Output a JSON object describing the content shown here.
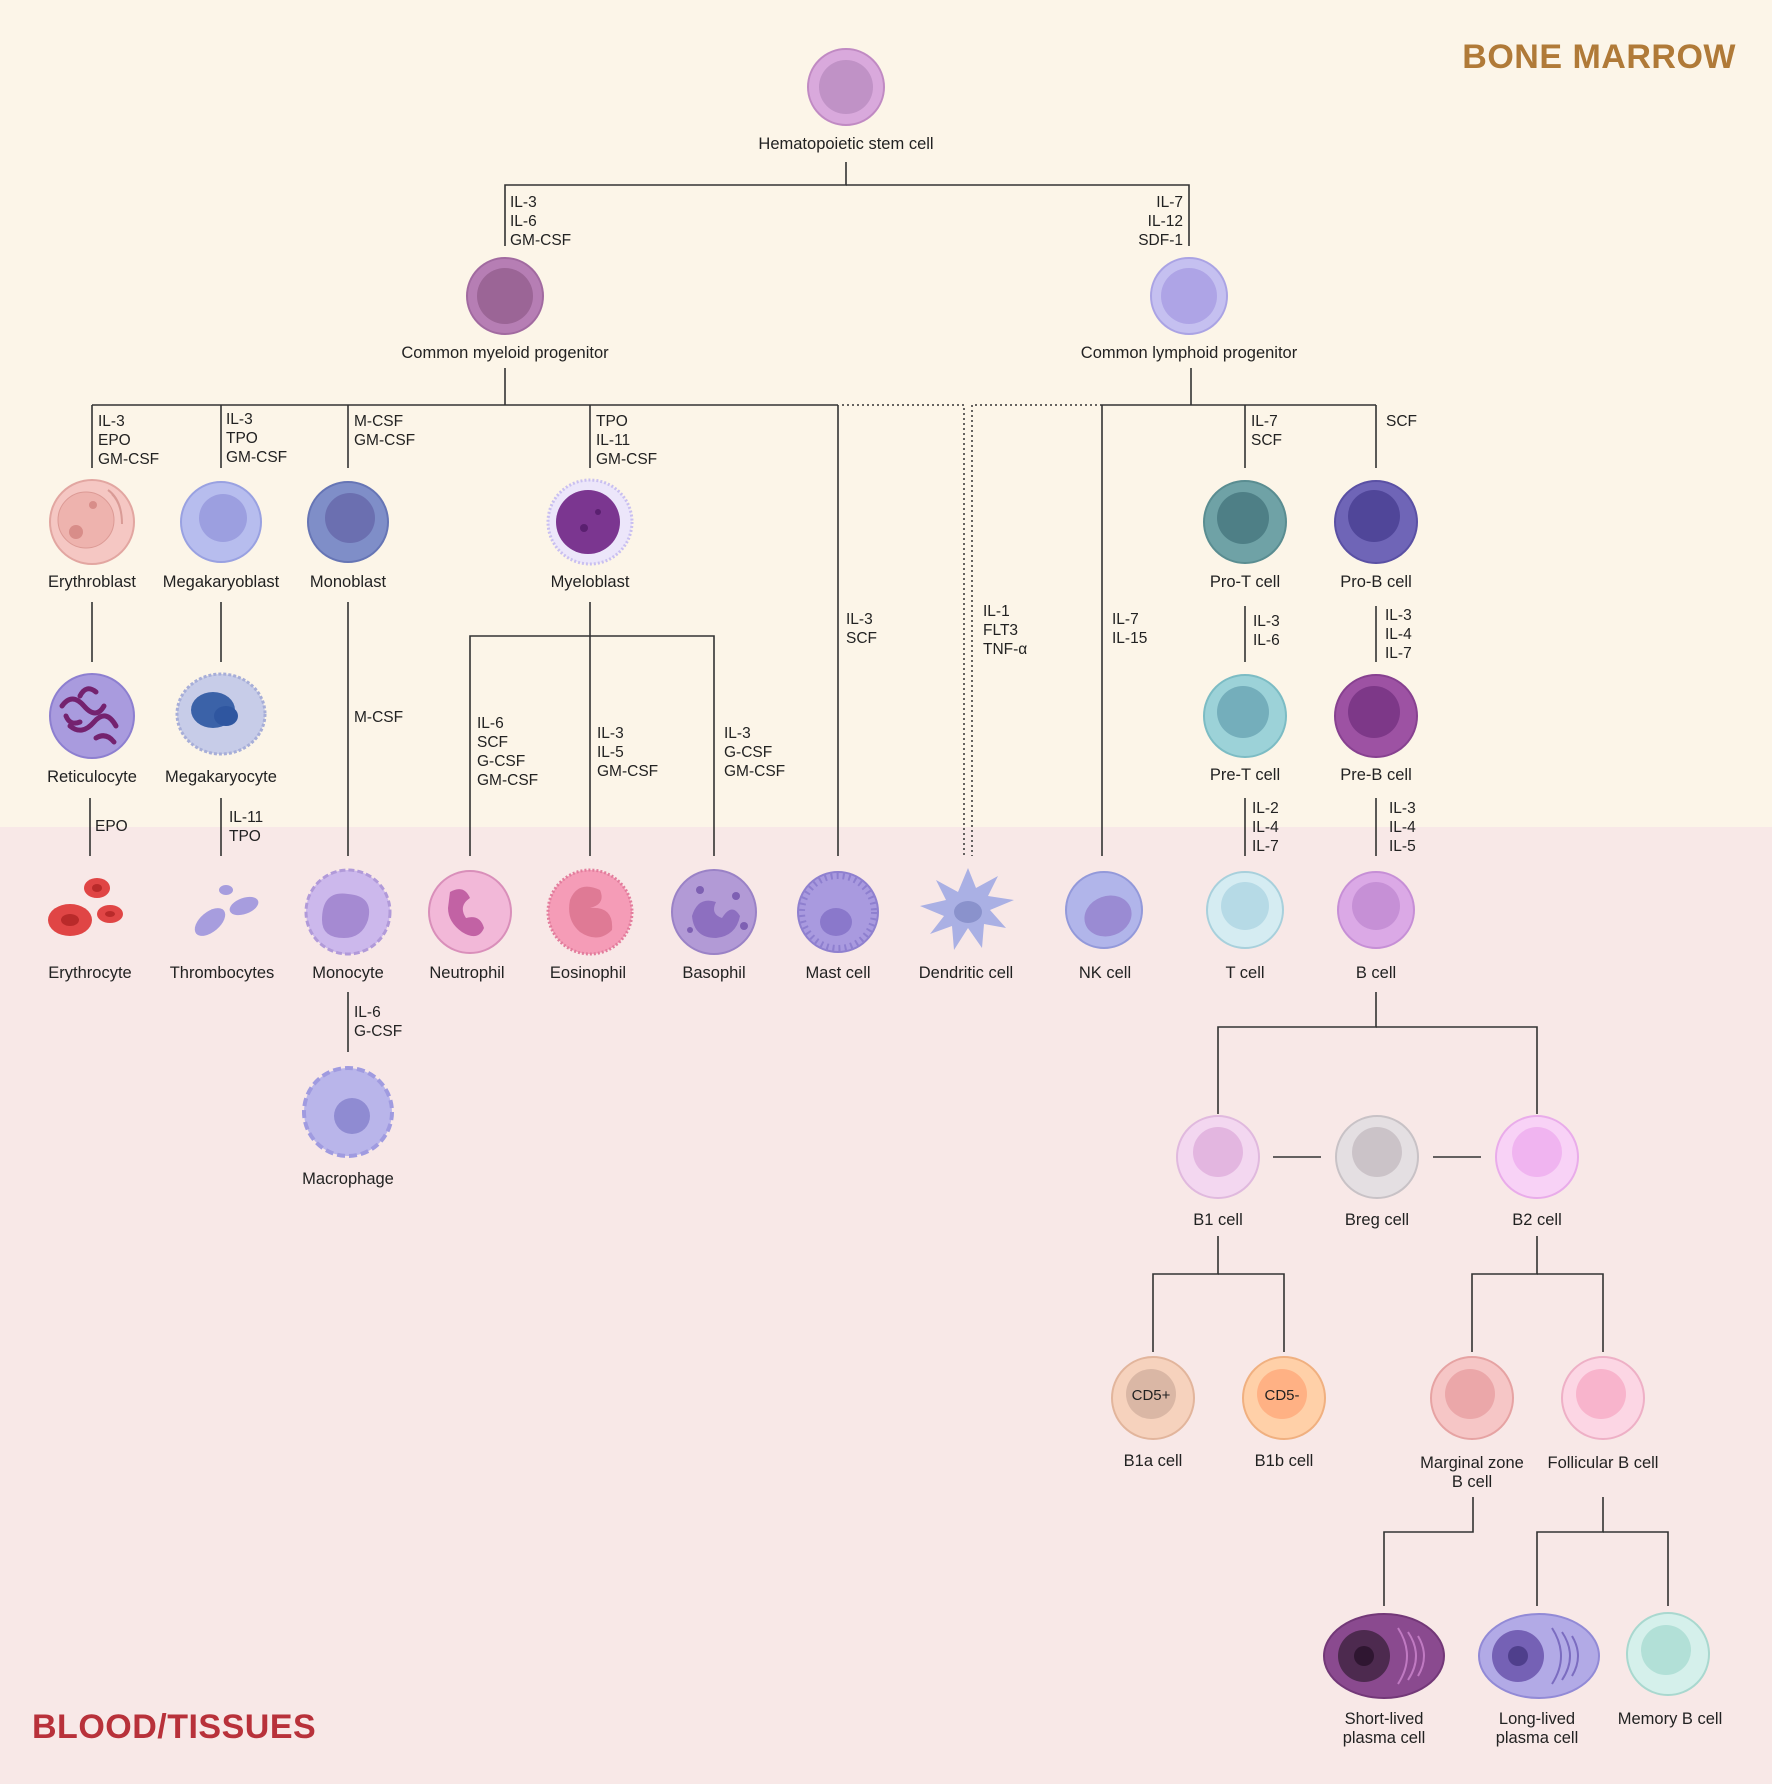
{
  "regions": {
    "bone_marrow": "BONE MARROW",
    "blood_tissues": "BLOOD/TISSUES"
  },
  "colors": {
    "bone_marrow_bg": "#fcf5e8",
    "blood_bg": "#f8e8e7",
    "bone_marrow_title": "#b07a38",
    "blood_title": "#b8313a",
    "line": "#333333"
  },
  "cells": {
    "hsc": "Hematopoietic stem cell",
    "cmp": "Common myeloid progenitor",
    "clp": "Common lymphoid progenitor",
    "erythroblast": "Erythroblast",
    "megakaryoblast": "Megakaryoblast",
    "monoblast": "Monoblast",
    "myeloblast": "Myeloblast",
    "reticulocyte": "Reticulocyte",
    "megakaryocyte": "Megakaryocyte",
    "erythrocyte": "Erythrocyte",
    "thrombocytes": "Thrombocytes",
    "monocyte": "Monocyte",
    "neutrophil": "Neutrophil",
    "eosinophil": "Eosinophil",
    "basophil": "Basophil",
    "mast": "Mast cell",
    "dendritic": "Dendritic cell",
    "nk": "NK cell",
    "t": "T cell",
    "b": "B cell",
    "macrophage": "Macrophage",
    "pro_t": "Pro-T cell",
    "pro_b": "Pro-B cell",
    "pre_t": "Pre-T cell",
    "pre_b": "Pre-B cell",
    "b1": "B1 cell",
    "breg": "Breg cell",
    "b2": "B2 cell",
    "b1a": "B1a cell",
    "b1b": "B1b cell",
    "mz_line1": "Marginal zone",
    "mz_line2": "B cell",
    "follicular": "Follicular B cell",
    "slp_line1": "Short-lived",
    "slp_line2": "plasma cell",
    "llp_line1": "Long-lived",
    "llp_line2": "plasma cell",
    "memory": "Memory B cell"
  },
  "markers": {
    "cd5_pos": "CD5+",
    "cd5_neg": "CD5-"
  },
  "factors": {
    "to_cmp": [
      "IL-3",
      "IL-6",
      "GM-CSF"
    ],
    "to_clp": [
      "IL-7",
      "IL-12",
      "SDF-1"
    ],
    "to_erythroblast": [
      "IL-3",
      "EPO",
      "GM-CSF"
    ],
    "to_megakaryoblast": [
      "IL-3",
      "TPO",
      "GM-CSF"
    ],
    "to_monoblast": [
      "M-CSF",
      "GM-CSF"
    ],
    "to_myeloblast": [
      "TPO",
      "IL-11",
      "GM-CSF"
    ],
    "to_mast": [
      "IL-3",
      "SCF"
    ],
    "to_dendritic": [
      "IL-1",
      "FLT3",
      "TNF-α"
    ],
    "to_nk": [
      "IL-7",
      "IL-15"
    ],
    "to_pro_t": [
      "IL-7",
      "SCF"
    ],
    "to_pro_b": [
      "SCF"
    ],
    "to_pre_t": [
      "IL-3",
      "IL-6"
    ],
    "to_pre_b": [
      "IL-3",
      "IL-4",
      "IL-7"
    ],
    "to_t": [
      "IL-2",
      "IL-4",
      "IL-7"
    ],
    "to_b": [
      "IL-3",
      "IL-4",
      "IL-5"
    ],
    "to_monocyte": [
      "M-CSF"
    ],
    "to_neutrophil": [
      "IL-6",
      "SCF",
      "G-CSF",
      "GM-CSF"
    ],
    "to_eosinophil": [
      "IL-3",
      "IL-5",
      "GM-CSF"
    ],
    "to_basophil": [
      "IL-3",
      "G-CSF",
      "GM-CSF"
    ],
    "to_erythrocyte": [
      "EPO"
    ],
    "to_thrombocytes": [
      "IL-11",
      "TPO"
    ],
    "to_macrophage": [
      "IL-6",
      "G-CSF"
    ]
  }
}
